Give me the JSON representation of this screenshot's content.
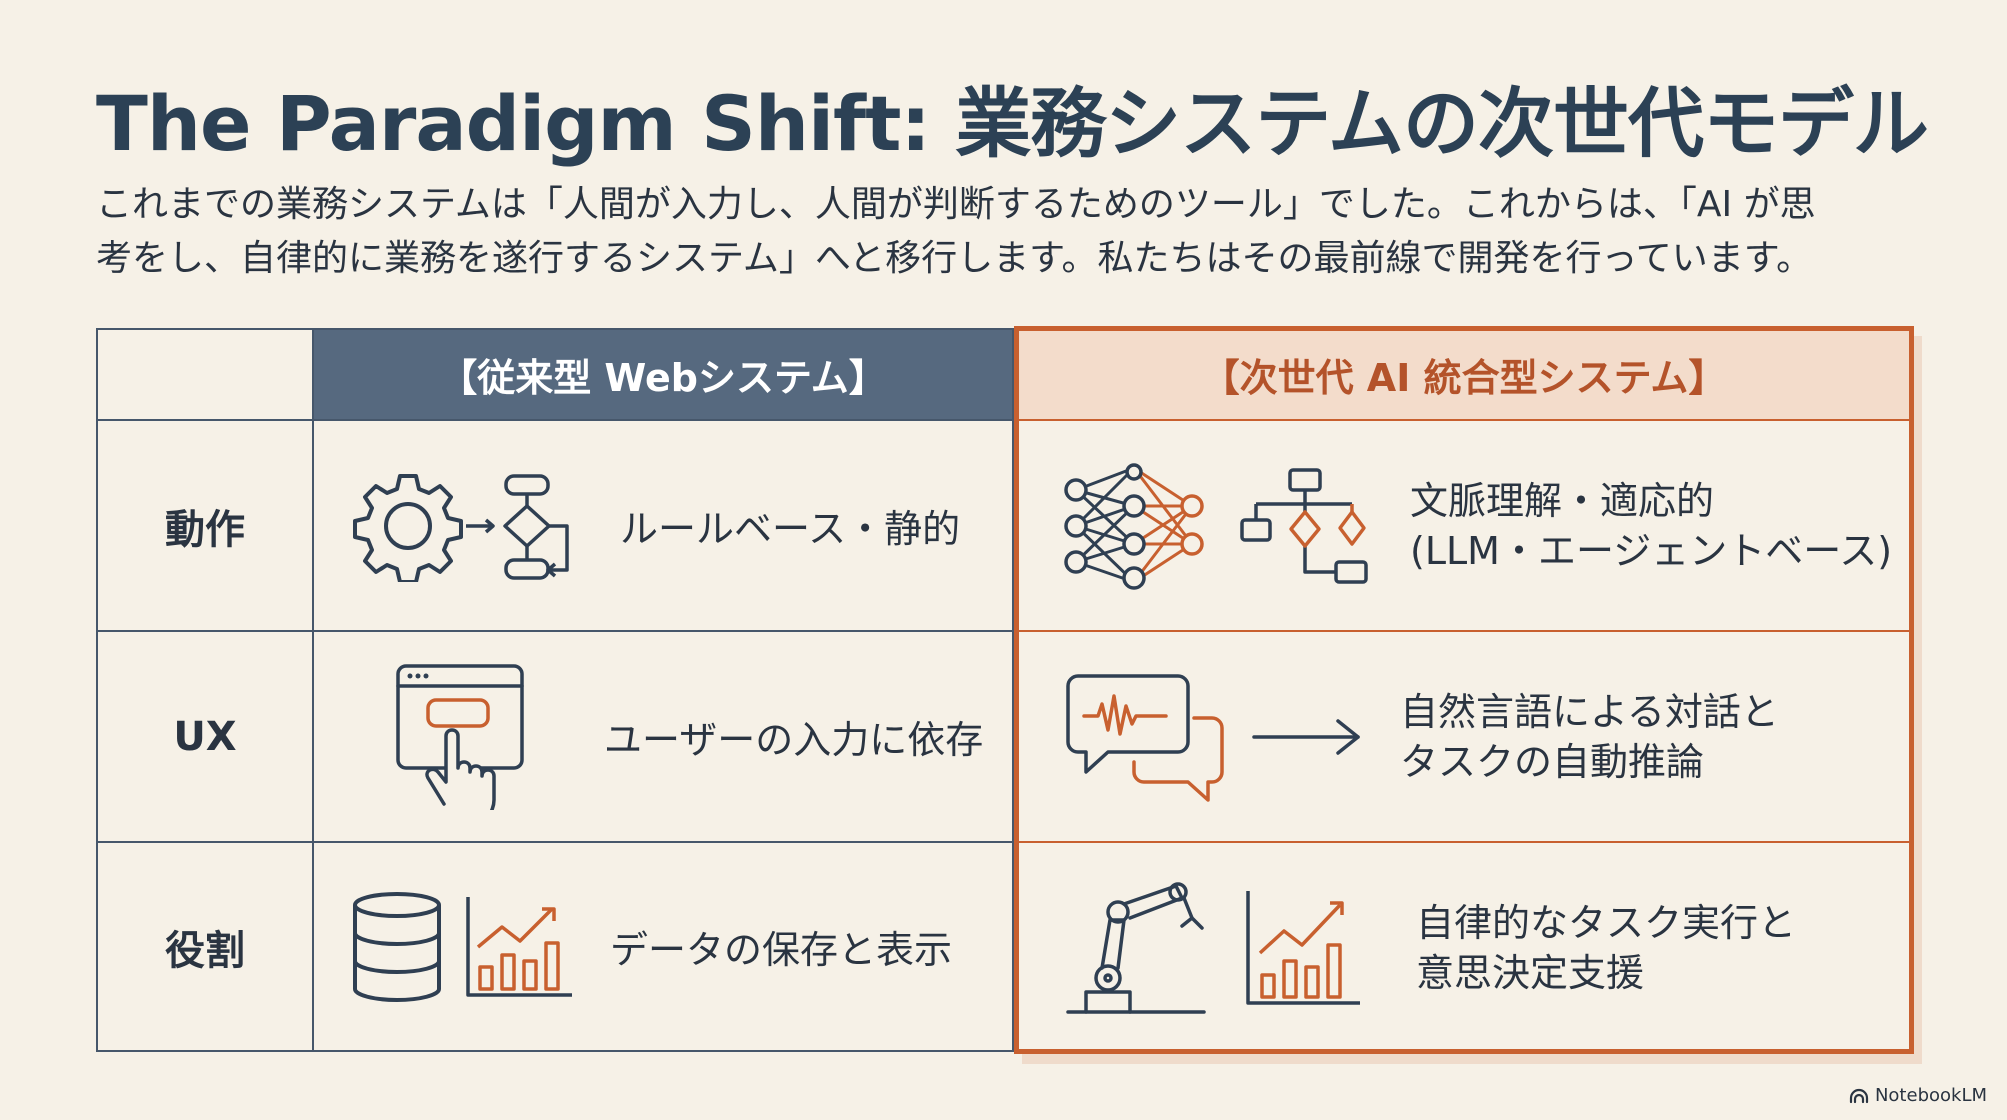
{
  "title": "The Paradigm Shift: 業務システムの次世代モデル",
  "subtitle_line1": "これまでの業務システムは「人間が入力し、人間が判断するためのツール」でした。これからは、「AI が思",
  "subtitle_line2": "考をし、自律的に業務を遂行するシステム」へと移行します。私たちはその最前線で開発を行っています。",
  "table": {
    "header_old": "【従来型 Webシステム】",
    "header_new": "【次世代 AI 統合型システム】",
    "rows": [
      {
        "label": "動作",
        "old_text": "ルールベース・静的",
        "new_line1": "文脈理解・適応的",
        "new_line2": "(LLM・エージェントベース)"
      },
      {
        "label": "UX",
        "old_text": "ユーザーの入力に依存",
        "new_line1": "自然言語による対話と",
        "new_line2": "タスクの自動推論"
      },
      {
        "label": "役割",
        "old_text": "データの保存と表示",
        "new_line1": "自律的なタスク実行と",
        "new_line2": "意思決定支援"
      }
    ]
  },
  "colors": {
    "navy": "#2c4155",
    "slate_header": "#56697f",
    "accent_orange": "#c8602f",
    "peach": "#f3dccb",
    "background": "#f6f1e7"
  },
  "icons": {
    "row1_old": [
      "gear-icon",
      "flowchart-icon"
    ],
    "row1_new": [
      "neural-network-icon",
      "decision-tree-icon"
    ],
    "row2_old": [
      "browser-click-icon"
    ],
    "row2_new": [
      "voice-chat-icon",
      "arrow-right-icon"
    ],
    "row3_old": [
      "database-icon",
      "bar-chart-icon"
    ],
    "row3_new": [
      "robot-arm-icon",
      "growth-chart-icon"
    ]
  },
  "brand": "NotebookLM"
}
